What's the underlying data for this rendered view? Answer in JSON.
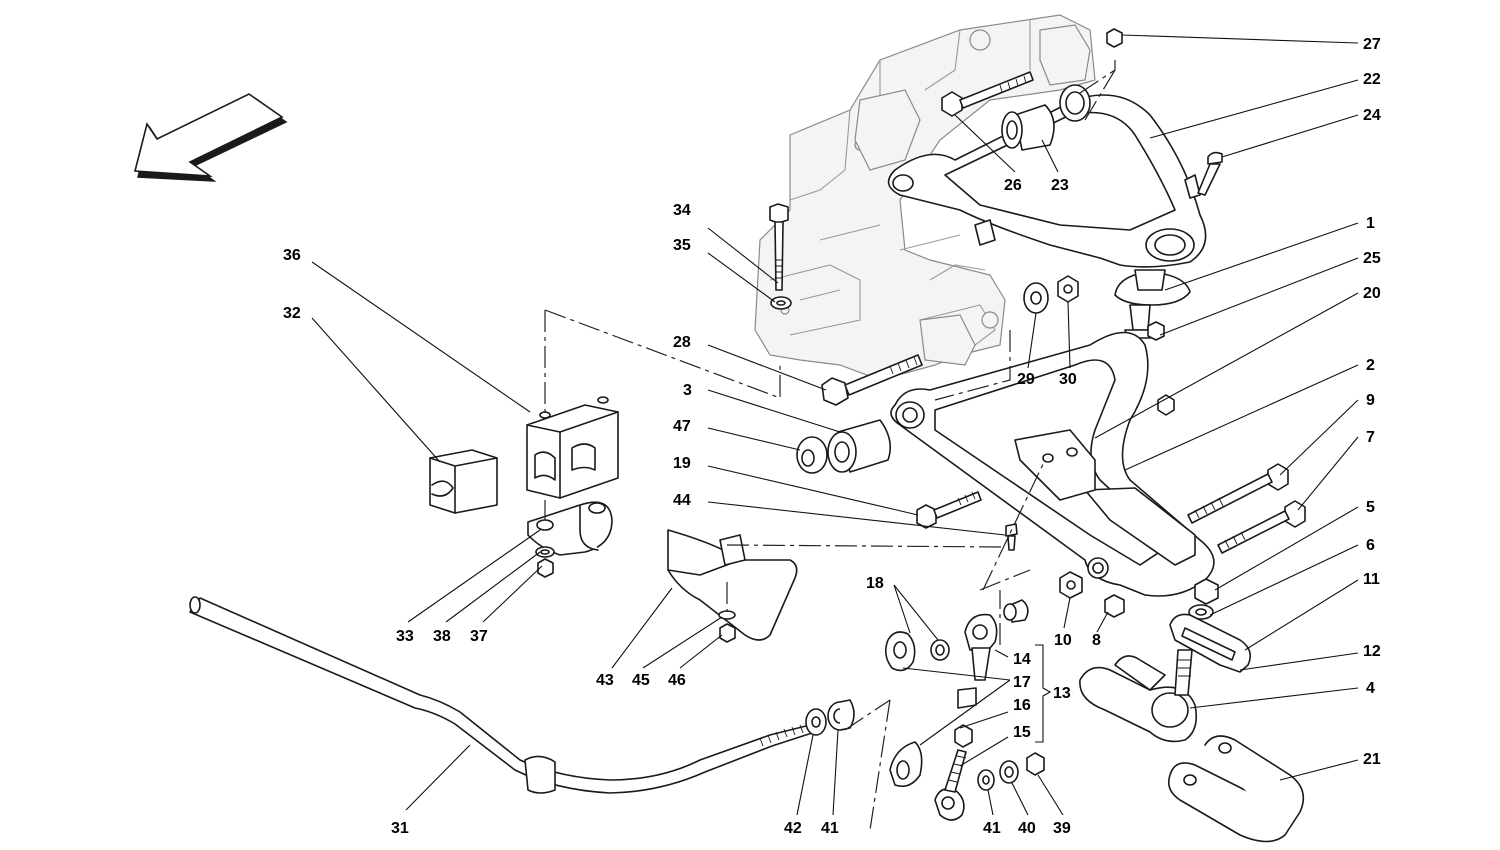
{
  "diagram": {
    "orientation_arrow": "direction-arrow",
    "callouts": [
      {
        "id": "c27",
        "label": "27"
      },
      {
        "id": "c22",
        "label": "22"
      },
      {
        "id": "c24",
        "label": "24"
      },
      {
        "id": "c26",
        "label": "26"
      },
      {
        "id": "c23",
        "label": "23"
      },
      {
        "id": "c1",
        "label": "1"
      },
      {
        "id": "c25",
        "label": "25"
      },
      {
        "id": "c20",
        "label": "20"
      },
      {
        "id": "c2",
        "label": "2"
      },
      {
        "id": "c9",
        "label": "9"
      },
      {
        "id": "c7",
        "label": "7"
      },
      {
        "id": "c5",
        "label": "5"
      },
      {
        "id": "c6",
        "label": "6"
      },
      {
        "id": "c11",
        "label": "11"
      },
      {
        "id": "c12",
        "label": "12"
      },
      {
        "id": "c4",
        "label": "4"
      },
      {
        "id": "c21",
        "label": "21"
      },
      {
        "id": "c34",
        "label": "34"
      },
      {
        "id": "c35",
        "label": "35"
      },
      {
        "id": "c36",
        "label": "36"
      },
      {
        "id": "c32",
        "label": "32"
      },
      {
        "id": "c28",
        "label": "28"
      },
      {
        "id": "c3",
        "label": "3"
      },
      {
        "id": "c47",
        "label": "47"
      },
      {
        "id": "c19",
        "label": "19"
      },
      {
        "id": "c44",
        "label": "44"
      },
      {
        "id": "c29",
        "label": "29"
      },
      {
        "id": "c30",
        "label": "30"
      },
      {
        "id": "c18",
        "label": "18"
      },
      {
        "id": "c10",
        "label": "10"
      },
      {
        "id": "c8",
        "label": "8"
      },
      {
        "id": "c14",
        "label": "14"
      },
      {
        "id": "c17",
        "label": "17"
      },
      {
        "id": "c13",
        "label": "13"
      },
      {
        "id": "c16",
        "label": "16"
      },
      {
        "id": "c15",
        "label": "15"
      },
      {
        "id": "c33",
        "label": "33"
      },
      {
        "id": "c38",
        "label": "38"
      },
      {
        "id": "c37",
        "label": "37"
      },
      {
        "id": "c43",
        "label": "43"
      },
      {
        "id": "c45",
        "label": "45"
      },
      {
        "id": "c46",
        "label": "46"
      },
      {
        "id": "c31",
        "label": "31"
      },
      {
        "id": "c42",
        "label": "42"
      },
      {
        "id": "c41a",
        "label": "41"
      },
      {
        "id": "c41b",
        "label": "41"
      },
      {
        "id": "c40",
        "label": "40"
      },
      {
        "id": "c39",
        "label": "39"
      }
    ]
  }
}
